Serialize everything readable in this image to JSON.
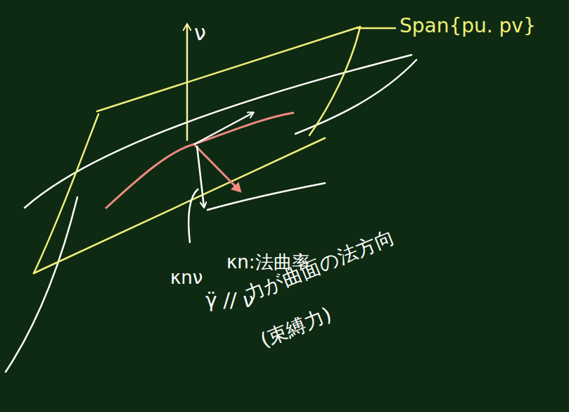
{
  "diagram": {
    "labels": [
      "ν",
      "Span{pu. pv}",
      "κnν",
      "κn:法曲率",
      "γ̈ // ν",
      "力が曲面の法方向",
      "(束縛力)"
    ]
  }
}
